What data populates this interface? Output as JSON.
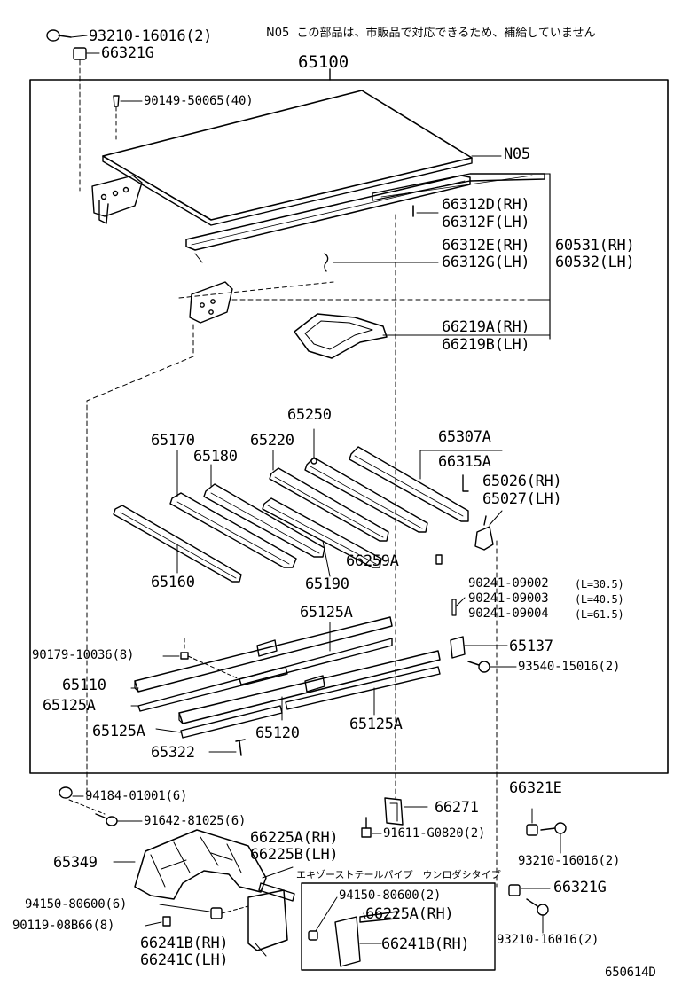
{
  "note": {
    "code": "N05",
    "text": "この部品は、市販品で対応できるため、補給していません"
  },
  "assembly": "65100",
  "diagram_code": "650614D",
  "inset_title": "エキゾーストテールパイプ　ウンロダシタイプ",
  "labels": {
    "p93210_top": "93210-16016(2)",
    "p66321G_top": "66321G",
    "p90149": "90149-50065(40)",
    "pN05": "N05",
    "p66312D": "66312D(RH)",
    "p66312F": "66312F(LH)",
    "p66312E": "66312E(RH)",
    "p66312G": "66312G(LH)",
    "p60531": "60531(RH)",
    "p60532": "60532(LH)",
    "p66219A": "66219A(RH)",
    "p66219B": "66219B(LH)",
    "p65250": "65250",
    "p65170": "65170",
    "p65220": "65220",
    "p65307A": "65307A",
    "p65180": "65180",
    "p66315A": "66315A",
    "p65026": "65026(RH)",
    "p65027": "65027(LH)",
    "p66259A": "66259A",
    "p65160": "65160",
    "p65190": "65190",
    "p90241_1": "90241-09002",
    "p90241_1L": "(L=30.5)",
    "p90241_2": "90241-09003",
    "p90241_2L": "(L=40.5)",
    "p90241_3": "90241-09004",
    "p90241_3L": "(L=61.5)",
    "p65125A_top": "65125A",
    "p90179": "90179-10036(8)",
    "p65137": "65137",
    "p65110": "65110",
    "p93540": "93540-15016(2)",
    "p65125A_left": "65125A",
    "p65125A_bl": "65125A",
    "p65120": "65120",
    "p65125A_br": "65125A",
    "p65322": "65322",
    "p94184": "94184-01001(6)",
    "p66321E": "66321E",
    "p91642": "91642-81025(6)",
    "p66271": "66271",
    "p91611": "91611-G0820(2)",
    "p66225A": "66225A(RH)",
    "p66225B": "66225B(LH)",
    "p65349": "65349",
    "p93210_mid": "93210-16016(2)",
    "p66321G_bot": "66321G",
    "p94150_left": "94150-80600(6)",
    "p94150_inset": "94150-80600(2)",
    "p66225A_inset": "66225A(RH)",
    "p90119": "90119-08B66(8)",
    "p93210_bot": "93210-16016(2)",
    "p66241B": "66241B(RH)",
    "p66241C": "66241C(LH)",
    "p66241B_inset": "66241B(RH)"
  }
}
